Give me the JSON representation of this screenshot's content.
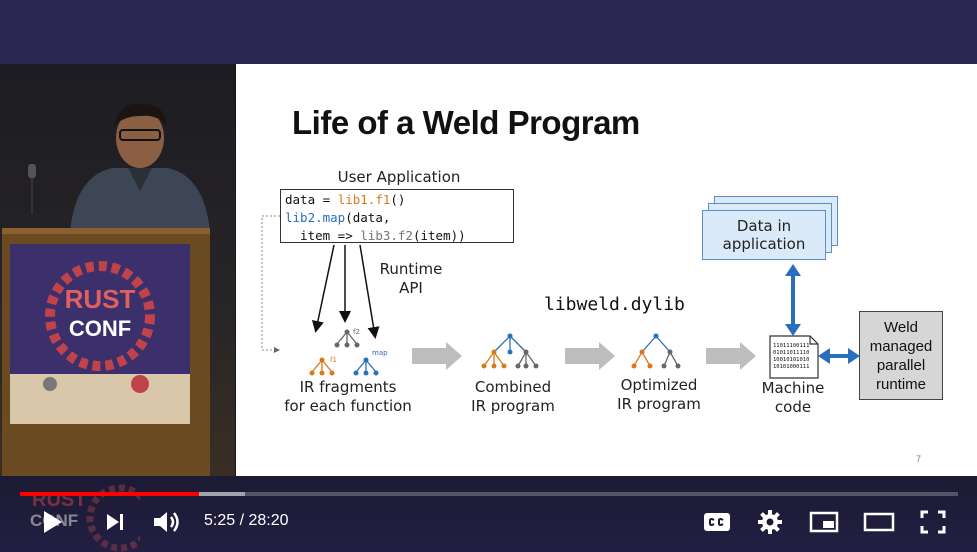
{
  "slide": {
    "title": "Life of a Weld Program",
    "user_application_label": "User Application",
    "code_line1_a": "data = ",
    "code_line1_b": "lib1.f1",
    "code_line1_c": "()",
    "code_line2_a": "lib2.map",
    "code_line2_b": "(data,",
    "code_line3_a": "  item => ",
    "code_line3_b": "lib3.f2",
    "code_line3_c": "(item))",
    "runtime_api_line1": "Runtime",
    "runtime_api_line2": "API",
    "libweld_label": "libweld.dylib",
    "data_in_app_line1": "Data in",
    "data_in_app_line2": "application",
    "ir_fragments_line1": "IR fragments",
    "ir_fragments_line2": "for each function",
    "combined_line1": "Combined",
    "combined_line2": "IR program",
    "optimized_line1": "Optimized",
    "optimized_line2": "IR program",
    "machine_code_line1": "Machine",
    "machine_code_line2": "code",
    "binary_lines": [
      "11011100111",
      "01011011110",
      "10010101010",
      "10101000111"
    ],
    "weld_line1": "Weld",
    "weld_line2": "managed",
    "weld_line3": "parallel",
    "weld_line4": "runtime",
    "tree_label_f1": "f1",
    "tree_label_f2": "f2",
    "tree_label_map": "map",
    "page_number": "7"
  },
  "podium": {
    "sign_text_top": "RUST",
    "sign_text_bottom": "CONF"
  },
  "player": {
    "current_time": "5:25",
    "separator": " / ",
    "duration": "28:20",
    "progress_played_pct": 19.1,
    "progress_buffered_pct": 24.0
  },
  "colors": {
    "orange": "#d97a1a",
    "blue": "#2a6fbd",
    "gray": "#666666",
    "progress": "#ff0000"
  }
}
